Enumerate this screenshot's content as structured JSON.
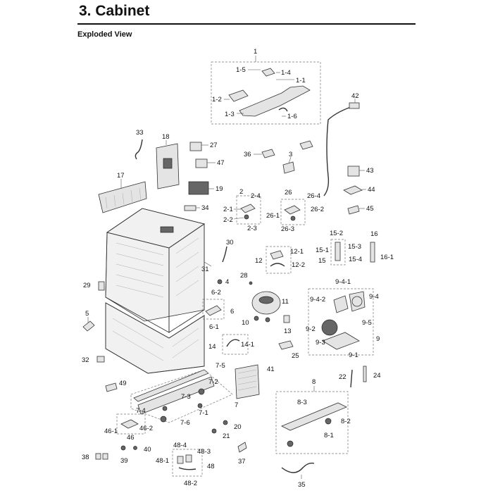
{
  "header": {
    "section_title": "3.  Cabinet",
    "subtitle": "Exploded View"
  },
  "callouts": {
    "c1": "1",
    "c1_5": "1-5",
    "c1_4": "1-4",
    "c1_1": "1-1",
    "c1_2": "1-2",
    "c1_3": "1-3",
    "c1_6": "1-6",
    "c42": "42",
    "c33": "33",
    "c18": "18",
    "c27": "27",
    "c47": "47",
    "c17": "17",
    "c19": "19",
    "c34": "34",
    "c36": "36",
    "c3": "3",
    "c43": "43",
    "c44": "44",
    "c45": "45",
    "c2": "2",
    "c2_4": "2-4",
    "c2_1": "2-1",
    "c2_2": "2-2",
    "c2_3": "2-3",
    "c26": "26",
    "c26_4": "26-4",
    "c26_1": "26-1",
    "c26_2": "26-2",
    "c26_3": "26-3",
    "c15_2": "15-2",
    "c15_1": "15-1",
    "c15_3": "15-3",
    "c15": "15",
    "c15_4": "15-4",
    "c16": "16",
    "c16_1": "16-1",
    "c12": "12",
    "c12_1": "12-1",
    "c12_2": "12-2",
    "c30": "30",
    "c31": "31",
    "c4": "4",
    "c29": "29",
    "c28": "28",
    "c11": "11",
    "c10": "10",
    "c13": "13",
    "c6_2": "6-2",
    "c6": "6",
    "c6_1": "6-1",
    "c5": "5",
    "c9_4_1": "9-4-1",
    "c9_4_2": "9-4-2",
    "c9_4": "9-4",
    "c9_5": "9-5",
    "c9_2": "9-2",
    "c9_3": "9-3",
    "c9": "9",
    "c9_1": "9-1",
    "c14": "14",
    "c14_1": "14-1",
    "c25": "25",
    "c32": "32",
    "c7_5": "7-5",
    "c41": "41",
    "c7_2": "7-2",
    "c7_3": "7-3",
    "c7": "7",
    "c7_1": "7-1",
    "c7_4": "7-4",
    "c7_6": "7-6",
    "c49": "49",
    "c22": "22",
    "c24": "24",
    "c8": "8",
    "c8_3": "8-3",
    "c8_2": "8-2",
    "c8_1": "8-1",
    "c46_1": "46-1",
    "c46_2": "46-2",
    "c46": "46",
    "c20": "20",
    "c21": "21",
    "c40": "40",
    "c38": "38",
    "c39": "39",
    "c48_4": "48-4",
    "c48_3": "48-3",
    "c48_1": "48-1",
    "c48": "48",
    "c48_2": "48-2",
    "c37": "37",
    "c35": "35"
  }
}
